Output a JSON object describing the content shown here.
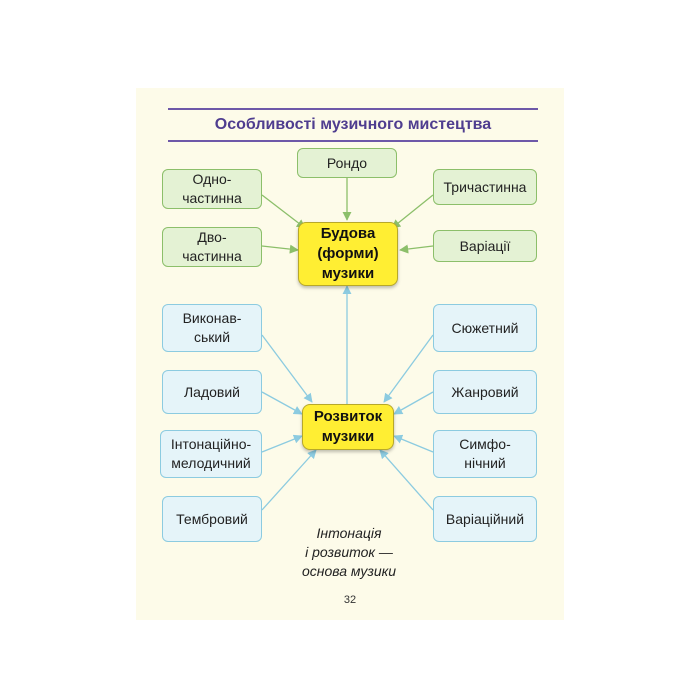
{
  "title": "Особливості музичного мистецтва",
  "center_top": "Будова\n(форми)\nмузики",
  "center_bottom": "Розвиток\nмузики",
  "forms": {
    "rondo": "Рондо",
    "one_part": "Одно-\nчастинна",
    "three_part": "Тричастинна",
    "two_part": "Дво-\nчастинна",
    "variations": "Варіації"
  },
  "development": {
    "performing": "Виконав-\nський",
    "plot": "Сюжетний",
    "modal": "Ладовий",
    "genre": "Жанровий",
    "intonation_melodic": "Інтонаційно-\nмелодичний",
    "symphonic": "Симфо-\nнічний",
    "timbral": "Тембровий",
    "variational": "Варіаційний"
  },
  "caption": "Інтонація\nі розвиток —\nоснова музики",
  "page_number": "32",
  "colors": {
    "green_box": "#e4f2d4",
    "green_border": "#8cbf6a",
    "blue_box": "#e5f4f9",
    "blue_border": "#8ccbe0",
    "center_box": "#ffee33",
    "title_color": "#4f3d8f"
  }
}
